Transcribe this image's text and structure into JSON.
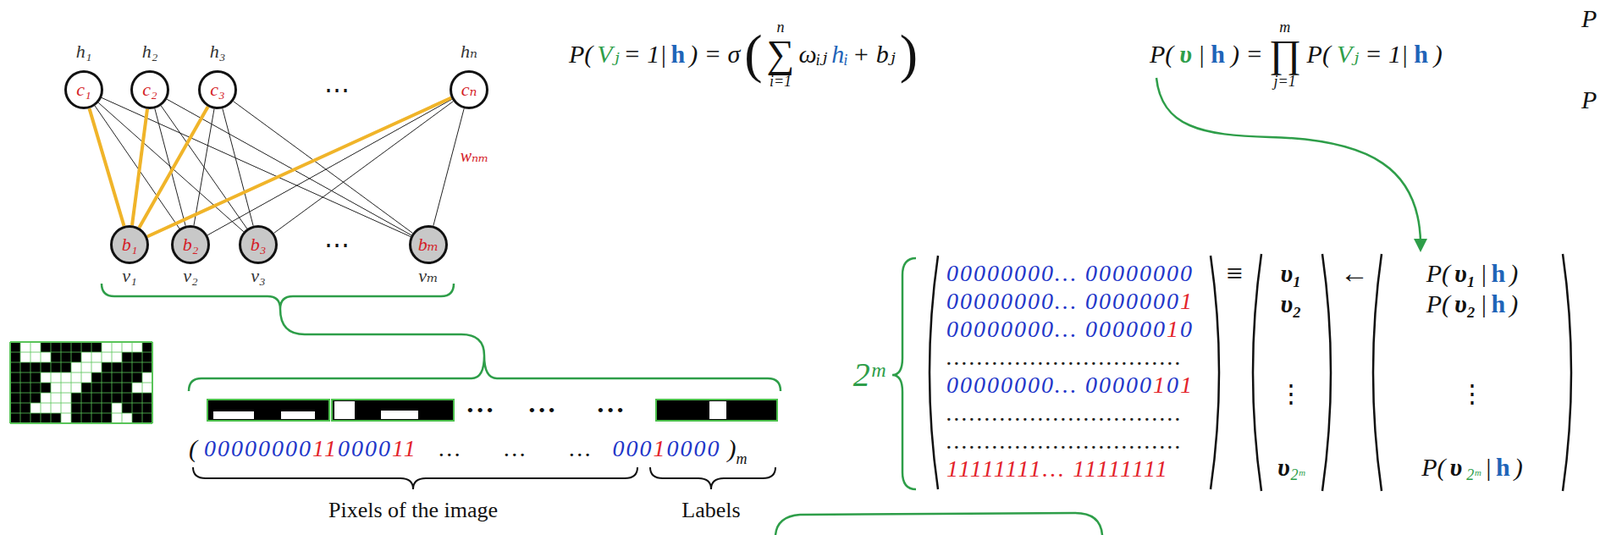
{
  "diagram": {
    "nodes": [
      {
        "text": [
          "h₁",
          "c₁"
        ]
      },
      {
        "text": [
          "h₂",
          "c₂"
        ]
      },
      {
        "text": [
          "h₃",
          "c₃"
        ]
      },
      {
        "text": [
          "hₙ",
          "cₙ"
        ]
      },
      {
        "text": [
          "b₁",
          "v₁"
        ]
      },
      {
        "text": [
          "b₂",
          "v₂"
        ]
      },
      {
        "text": [
          "b₃",
          "v₃"
        ]
      },
      {
        "text": [
          "bₘ",
          "vₘ"
        ]
      }
    ],
    "edges": [
      {
        "from": 0,
        "to": 4,
        "arrow": "none"
      },
      {
        "from": 0,
        "to": 5,
        "arrow": "none"
      },
      {
        "from": 0,
        "to": 6,
        "arrow": "none"
      },
      {
        "from": 0,
        "to": 7,
        "arrow": "none"
      },
      {
        "from": 1,
        "to": 4,
        "arrow": "none"
      },
      {
        "from": 1,
        "to": 5,
        "arrow": "none"
      },
      {
        "from": 1,
        "to": 6,
        "arrow": "none"
      },
      {
        "from": 1,
        "to": 7,
        "arrow": "none"
      },
      {
        "from": 2,
        "to": 4,
        "arrow": "none"
      },
      {
        "from": 2,
        "to": 5,
        "arrow": "none"
      },
      {
        "from": 2,
        "to": 6,
        "arrow": "none"
      },
      {
        "from": 2,
        "to": 7,
        "arrow": "none"
      },
      {
        "from": 3,
        "to": 4,
        "arrow": "none"
      },
      {
        "from": 3,
        "to": 5,
        "arrow": "none"
      },
      {
        "from": 3,
        "to": 6,
        "arrow": "none"
      },
      {
        "from": 3,
        "to": 7,
        "arrow": "none",
        "label": "wₙₘ"
      }
    ],
    "labels": [
      "P(",
      "Vⱼ",
      "= 1|",
      "h",
      ") = σ",
      "(",
      "n",
      "∑",
      "i=1",
      "ωᵢⱼ",
      "hᵢ",
      "+ bⱼ",
      ")",
      "P(",
      "υ",
      "|",
      "h",
      ") =",
      "m",
      "∏",
      "j=1",
      "P(",
      "Vⱼ",
      "= 1|",
      "h",
      ")",
      "P",
      "P",
      "⋯",
      "⋯",
      "•••",
      "•••",
      "•••",
      "(",
      "00000000",
      "11",
      "0000",
      "11",
      "…",
      "…",
      "…",
      "000",
      "1",
      "0000",
      ")",
      "m",
      "Pixels of the image",
      "Labels",
      "2ᵐ",
      "00000000… 00000000",
      "00000000… 0000000",
      "1",
      "00000000… 000000",
      "1",
      "0",
      "...............................",
      "00000000… 00000",
      "1",
      "0",
      "1",
      "...............................",
      "...............................",
      "11111111… 11111111",
      "≡",
      "υ₁",
      "υ₂",
      "⋮",
      "υ",
      "2ᵐ",
      "←",
      "P(",
      "υ₁",
      "|",
      "h",
      ")",
      "P(",
      "υ₂",
      "|",
      "h",
      ")",
      "⋮",
      "P(",
      "υ",
      "2ᵐ",
      "|",
      "h",
      ")"
    ]
  }
}
